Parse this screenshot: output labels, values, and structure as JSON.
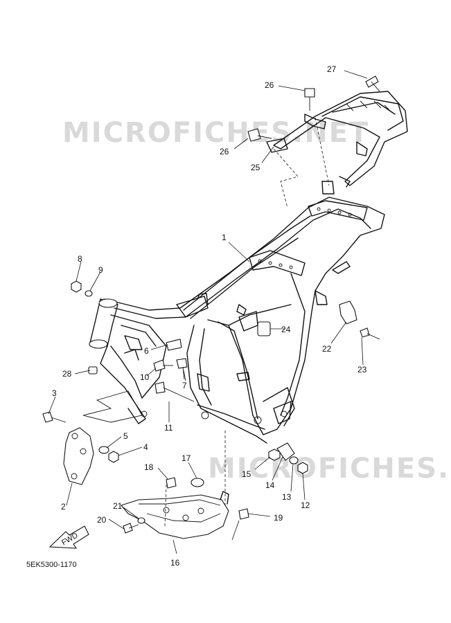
{
  "watermarks": [
    "MICROFICHES.NET",
    "MICROFICHES.NET"
  ],
  "diagram_code": "5EK5300-1170",
  "fwd_label": "FWD",
  "callouts": {
    "p1": "1",
    "p2": "2",
    "p3": "3",
    "p4": "4",
    "p5": "5",
    "p6": "6",
    "p7": "7",
    "p8": "8",
    "p9": "9",
    "p10": "10",
    "p11": "11",
    "p12": "12",
    "p13": "13",
    "p14": "14",
    "p15": "15",
    "p16": "16",
    "p17": "17",
    "p18": "18",
    "p19": "19",
    "p20": "20",
    "p21": "21",
    "p22": "22",
    "p23": "23",
    "p24": "24",
    "p25": "25",
    "p26a": "26",
    "p26b": "26",
    "p27": "27",
    "p28": "28"
  }
}
